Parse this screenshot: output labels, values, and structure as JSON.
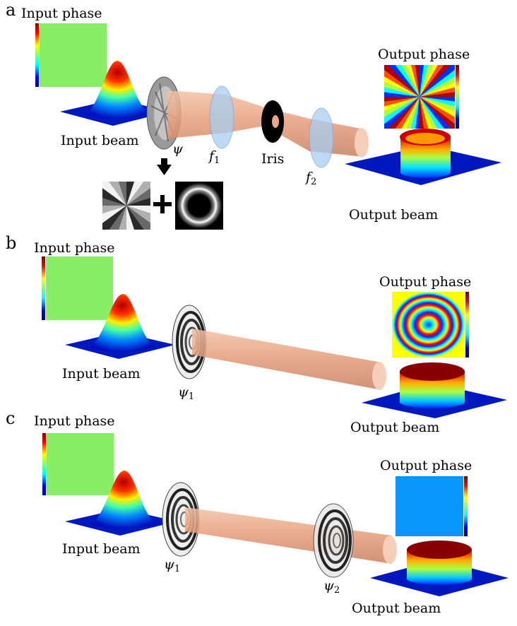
{
  "panels": [
    {
      "letter": "a",
      "input_phase": "Input phase",
      "input_beam": "Input beam",
      "element_1": "ψ",
      "lens_1": "f",
      "lens_1_sub": "1",
      "iris": "Iris",
      "lens_2": "f",
      "lens_2_sub": "2",
      "output_phase": "Output phase",
      "output_beam": "Output beam",
      "plus": "+"
    },
    {
      "letter": "b",
      "input_phase": "Input phase",
      "input_beam": "Input beam",
      "element_1": "ψ",
      "element_1_sub": "1",
      "output_phase": "Output phase",
      "output_beam": "Output beam"
    },
    {
      "letter": "c",
      "input_phase": "Input phase",
      "input_beam": "Input beam",
      "element_1": "ψ",
      "element_1_sub": "1",
      "element_2": "ψ",
      "element_2_sub": "2",
      "output_phase": "Output phase",
      "output_beam": "Output beam"
    }
  ],
  "colors": {
    "jet_min": "#00008f",
    "jet_mid": "#7dff7a",
    "jet_max": "#800000",
    "phase_flat_input": "#88ee66",
    "phase_flat_output": "#0a96ff",
    "beam_tube": "#e8a888",
    "lens": "#a8cdf0",
    "iris": "#000000"
  }
}
